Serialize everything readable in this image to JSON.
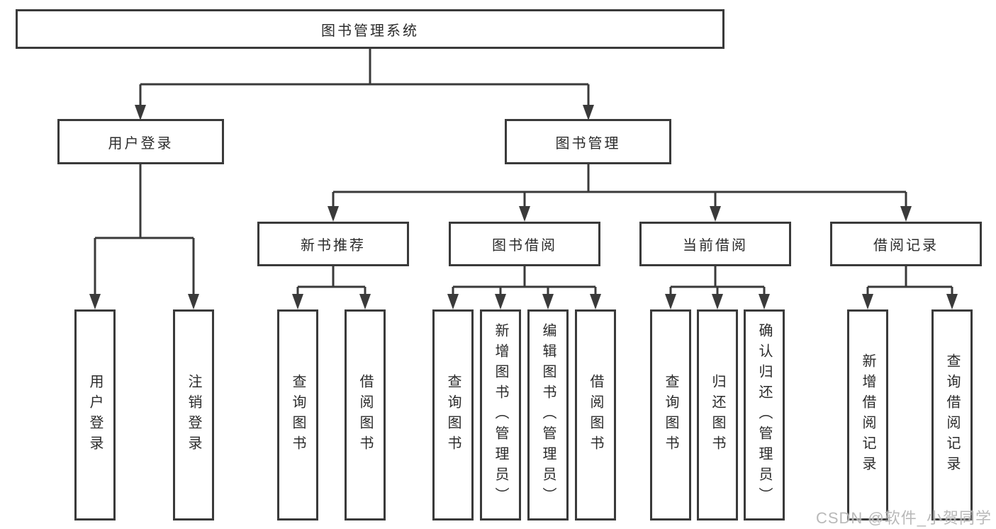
{
  "tree": {
    "label": "图书管理系统",
    "children": [
      {
        "label": "用户登录",
        "children": [
          {
            "label": "用户登录"
          },
          {
            "label": "注销登录"
          }
        ]
      },
      {
        "label": "图书管理",
        "children": [
          {
            "label": "新书推荐",
            "children": [
              {
                "label": "查询图书"
              },
              {
                "label": "借阅图书"
              }
            ]
          },
          {
            "label": "图书借阅",
            "children": [
              {
                "label": "查询图书"
              },
              {
                "label": "新增图书（管理员）"
              },
              {
                "label": "编辑图书（管理员）"
              },
              {
                "label": "借阅图书"
              }
            ]
          },
          {
            "label": "当前借阅",
            "children": [
              {
                "label": "查询图书"
              },
              {
                "label": "归还图书"
              },
              {
                "label": "确认归还（管理员）"
              }
            ]
          },
          {
            "label": "借阅记录",
            "children": [
              {
                "label": "新增借阅记录"
              },
              {
                "label": "查询借阅记录"
              }
            ]
          }
        ]
      }
    ]
  },
  "watermark": {
    "text": "CSDN @软件_小贺同学"
  },
  "colors": {
    "line": "#3a3a3a",
    "text": "#2b2b2b",
    "background": "#ffffff",
    "watermark": "#afafaf"
  }
}
